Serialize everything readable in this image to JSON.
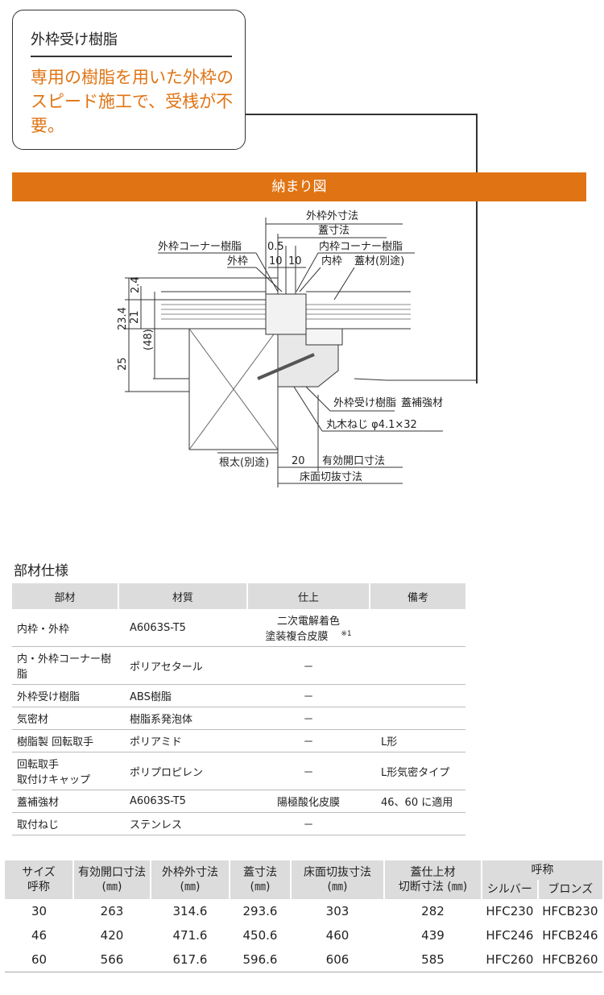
{
  "callout": {
    "title": "外枠受け樹脂",
    "body": "専用の樹脂を用いた外枠のスピード施工で、受桟が不要。"
  },
  "section_title": "納まり図",
  "drawing": {
    "labels": {
      "outer_frame_dim": "外枠外寸法",
      "lid_dim": "蓋寸法",
      "d05": "0.5",
      "outer_corner": "外枠コーナー樹脂",
      "inner_corner": "内枠コーナー樹脂",
      "outer_frame": "外枠",
      "d10a": "10",
      "d10b": "10",
      "inner_frame": "内枠",
      "lid_material": "蓋材(別途)",
      "d24": "2.4",
      "d234": "23.4",
      "d21": "21",
      "d48": "(48)",
      "d25": "25",
      "outer_support": "外枠受け樹脂",
      "reinforce": "蓋補強材",
      "screw": "丸木ねじ φ4.1×32",
      "joist": "根太(別途)",
      "d20": "20",
      "opening": "有効開口寸法",
      "floor_cut": "床面切抜寸法"
    }
  },
  "spec": {
    "title": "部材仕様",
    "headers": [
      "部材",
      "材質",
      "仕上",
      "備考"
    ],
    "rows": [
      [
        "内枠・外枠",
        "A6063S-T5",
        "二次電解着色\n塗装複合皮膜",
        ""
      ],
      [
        "内・外枠コーナー樹脂",
        "ポリアセタール",
        "－",
        ""
      ],
      [
        "外枠受け樹脂",
        "ABS樹脂",
        "－",
        ""
      ],
      [
        "気密材",
        "樹脂系発泡体",
        "－",
        ""
      ],
      [
        "樹脂製 回転取手",
        "ポリアミド",
        "－",
        "L形"
      ],
      [
        "回転取手\n取付けキャップ",
        "ポリプロピレン",
        "－",
        "L形気密タイプ"
      ],
      [
        "蓋補強材",
        "A6063S-T5",
        "陽極酸化皮膜",
        "46、60 に適用"
      ],
      [
        "取付ねじ",
        "ステンレス",
        "－",
        ""
      ]
    ],
    "note": "※1"
  },
  "size": {
    "headers": {
      "size": "サイズ\n呼称",
      "opening": "有効開口寸法\n(㎜)",
      "outer": "外枠外寸法\n(㎜)",
      "lid": "蓋寸法\n(㎜)",
      "floor": "床面切抜寸法\n(㎜)",
      "lid_cut": "蓋仕上材\n切断寸法 (㎜)",
      "name": "呼称",
      "silver": "シルバー",
      "bronze": "ブロンズ"
    },
    "rows": [
      [
        "30",
        "263",
        "314.6",
        "293.6",
        "303",
        "282",
        "HFC230",
        "HFCB230"
      ],
      [
        "46",
        "420",
        "471.6",
        "450.6",
        "460",
        "439",
        "HFC246",
        "HFCB246"
      ],
      [
        "60",
        "566",
        "617.6",
        "596.6",
        "606",
        "585",
        "HFC260",
        "HFCB260"
      ]
    ]
  }
}
